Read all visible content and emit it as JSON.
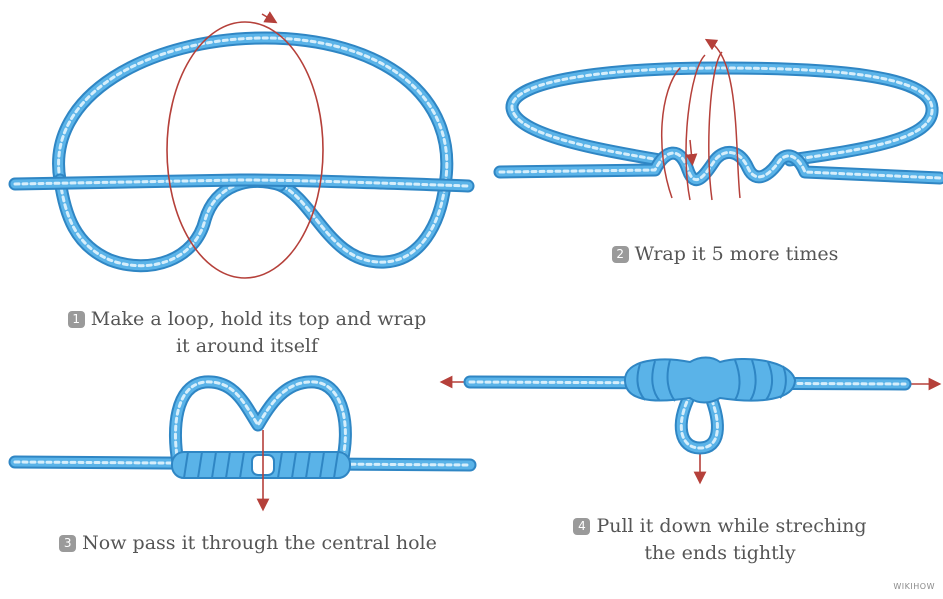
{
  "steps": [
    {
      "number": "1",
      "lines": [
        "Make a loop, hold its top and wrap",
        "it around itself"
      ]
    },
    {
      "number": "2",
      "lines": [
        "Wrap it 5 more times"
      ]
    },
    {
      "number": "3",
      "lines": [
        "Now pass it through the central hole"
      ]
    },
    {
      "number": "4",
      "lines": [
        "Pull it down while streching",
        "the ends tightly"
      ]
    }
  ],
  "watermark": "WIKIHOW",
  "colors": {
    "rope_fill": "#5ab3e8",
    "rope_edge": "#2f86c4",
    "rope_highlight": "#d6eefb",
    "guide_line": "#b5403a",
    "caption_text": "#555555",
    "badge": "#9a9a9a"
  },
  "icons": [
    "step-1-badge",
    "step-2-badge",
    "step-3-badge",
    "step-4-badge"
  ]
}
